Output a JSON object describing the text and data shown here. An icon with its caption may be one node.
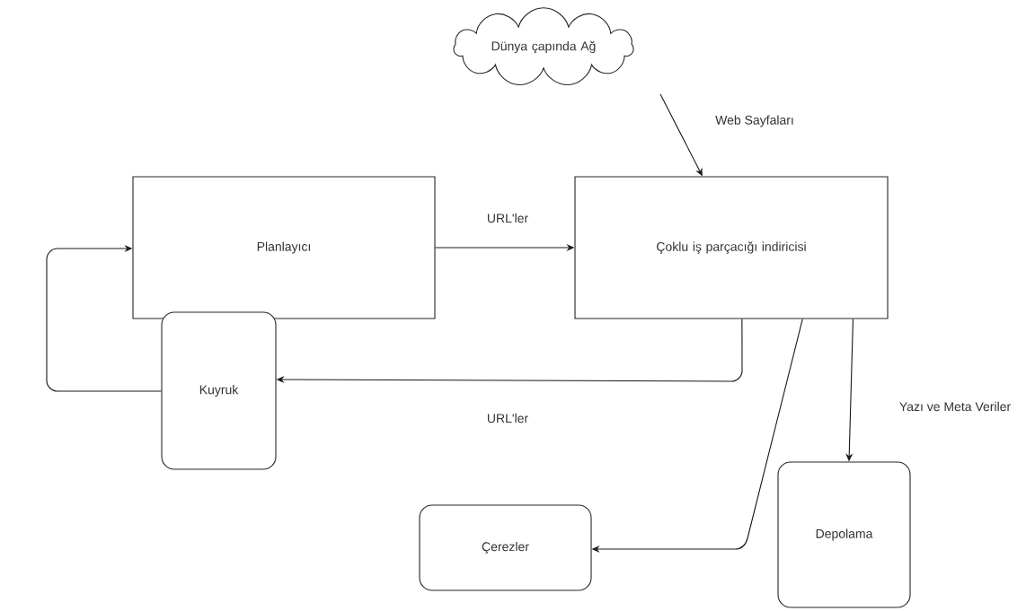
{
  "diagram": {
    "nodes": [
      {
        "text": [
          "Dünya çapında Ağ"
        ]
      },
      {
        "text": [
          "Planlayıcı"
        ]
      },
      {
        "text": [
          "Çoklu iş parçacığı indiricisi"
        ]
      },
      {
        "text": [
          "Kuyruk"
        ]
      },
      {
        "text": [
          "Çerezler"
        ]
      },
      {
        "text": [
          "Depolama"
        ]
      }
    ],
    "edges": [
      {
        "from": 0,
        "to": 2,
        "arrow": "to",
        "label": "Web Sayfaları"
      },
      {
        "from": 1,
        "to": 2,
        "arrow": "to",
        "label": "URL'ler"
      },
      {
        "from": 2,
        "to": 3,
        "arrow": "to",
        "label": "URL'ler"
      },
      {
        "from": 3,
        "to": 1,
        "arrow": "to"
      },
      {
        "from": 2,
        "to": 4,
        "arrow": "to"
      },
      {
        "from": 2,
        "to": 5,
        "arrow": "to",
        "label": "Yazı ve Meta Veriler"
      }
    ]
  }
}
